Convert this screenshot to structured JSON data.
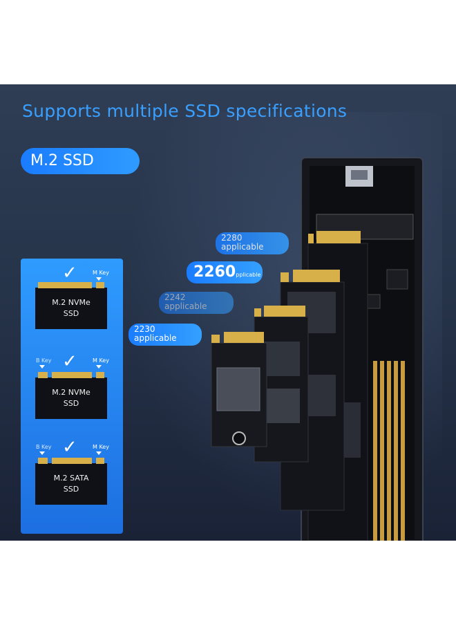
{
  "headline": "Supports multiple SSD specifications",
  "badge": "M.2 SSD",
  "cards": [
    {
      "line1": "M.2 NVMe",
      "line2": "SSD",
      "left_key": "",
      "right_key": "M Key"
    },
    {
      "line1": "M.2 NVMe",
      "line2": "SSD",
      "left_key": "B Key",
      "right_key": "M Key"
    },
    {
      "line1": "M.2 SATA",
      "line2": "SSD",
      "left_key": "B Key",
      "right_key": "M Key"
    }
  ],
  "sizes": [
    {
      "size": "2280",
      "note": "applicable"
    },
    {
      "size": "2260",
      "note": "pplicable"
    },
    {
      "size": "2242",
      "note": "applicable"
    },
    {
      "size": "2230",
      "note": "applicable"
    }
  ],
  "colors": {
    "accent": "#2f9bff",
    "background": "#26344a",
    "gold": "#d8b04a"
  }
}
